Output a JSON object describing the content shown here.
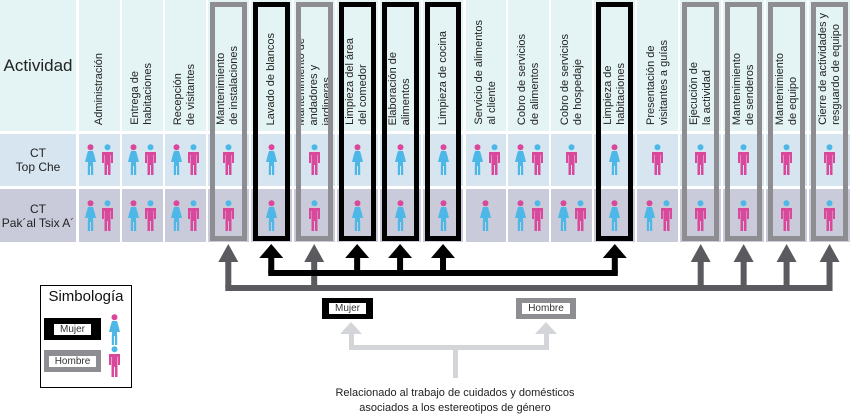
{
  "header_label": "Actividad",
  "rows": [
    {
      "label": "CT\nTop Che"
    },
    {
      "label": "CT\nPak´al Tsix A´"
    }
  ],
  "columns": [
    {
      "label": "Administración",
      "highlight": "none",
      "top": [
        "mujer",
        "hombre"
      ],
      "bottom": [
        "mujer",
        "hombre"
      ]
    },
    {
      "label": "Entrega de\nhabitaciones",
      "highlight": "none",
      "top": [
        "mujer",
        "hombre"
      ],
      "bottom": [
        "mujer",
        "hombre"
      ]
    },
    {
      "label": "Recepción\nde visitantes",
      "highlight": "none",
      "top": [
        "mujer",
        "hombre"
      ],
      "bottom": [
        "mujer",
        "hombre"
      ]
    },
    {
      "label": "Mantenimiento\nde instalaciones",
      "highlight": "hombre",
      "top": [
        "hombre"
      ],
      "bottom": [
        "hombre"
      ]
    },
    {
      "label": "Lavado de blancos",
      "highlight": "mujer",
      "top": [
        "mujer"
      ],
      "bottom": [
        "mujer"
      ]
    },
    {
      "label": "Mantenimiento de\nandadores y\njardineras",
      "highlight": "hombre",
      "top": [
        "hombre"
      ],
      "bottom": [
        "hombre"
      ]
    },
    {
      "label": "Limpieza del área\ndel comedor",
      "highlight": "mujer",
      "top": [
        "mujer"
      ],
      "bottom": [
        "mujer"
      ]
    },
    {
      "label": "Elaboración de\nalimentos",
      "highlight": "mujer",
      "top": [
        "mujer"
      ],
      "bottom": [
        "mujer"
      ]
    },
    {
      "label": "Limpieza de cocina",
      "highlight": "mujer",
      "top": [
        "mujer"
      ],
      "bottom": [
        "mujer"
      ]
    },
    {
      "label": "Servicio de alimentos\nal cliente",
      "highlight": "none",
      "top": [
        "mujer",
        "hombre"
      ],
      "bottom": [
        "mujer"
      ]
    },
    {
      "label": "Cobro de servicios\nde alimentos",
      "highlight": "none",
      "top": [
        "mujer",
        "hombre"
      ],
      "bottom": [
        "mujer",
        "hombre"
      ]
    },
    {
      "label": "Cobro de servicios\nde hospedaje",
      "highlight": "none",
      "top": [
        "hombre"
      ],
      "bottom": [
        "mujer",
        "hombre"
      ]
    },
    {
      "label": "Limpieza de\nhabitaciones",
      "highlight": "mujer",
      "top": [
        "mujer"
      ],
      "bottom": [
        "mujer"
      ]
    },
    {
      "label": "Presentación de\nvisitantes a guías",
      "highlight": "none",
      "top": [
        "hombre"
      ],
      "bottom": [
        "mujer",
        "hombre"
      ]
    },
    {
      "label": "Ejecución de\nla actividad",
      "highlight": "hombre",
      "top": [
        "hombre"
      ],
      "bottom": [
        "hombre"
      ]
    },
    {
      "label": "Mantenimiento\nde senderos",
      "highlight": "hombre",
      "top": [
        "hombre"
      ],
      "bottom": [
        "hombre"
      ]
    },
    {
      "label": "Mantenimiento\nde equipo",
      "highlight": "hombre",
      "top": [
        "hombre"
      ],
      "bottom": [
        "hombre"
      ]
    },
    {
      "label": "Cierre de actividades y\nresguardo de equipo",
      "highlight": "hombre",
      "top": [
        "hombre"
      ],
      "bottom": [
        "hombre"
      ]
    }
  ],
  "legend": {
    "title": "Simbología",
    "mujer": "Mujer",
    "hombre": "Hombre"
  },
  "bottom_tags": {
    "mujer": "Mujer",
    "hombre": "Hombre"
  },
  "caption": "Relacionado al trabajo de cuidados y domésticos\nasociados a los estereotipos de género",
  "colors": {
    "mujer_body": "#4db8e8",
    "mujer_head": "#d9489b",
    "hombre_body": "#d9489b",
    "hombre_head": "#4db8e8",
    "mujer_frame": "#000000",
    "hombre_frame": "#8e8e92",
    "caption_arrow": "#d3d5d8",
    "hombre_arrow": "#5b5b5f"
  }
}
